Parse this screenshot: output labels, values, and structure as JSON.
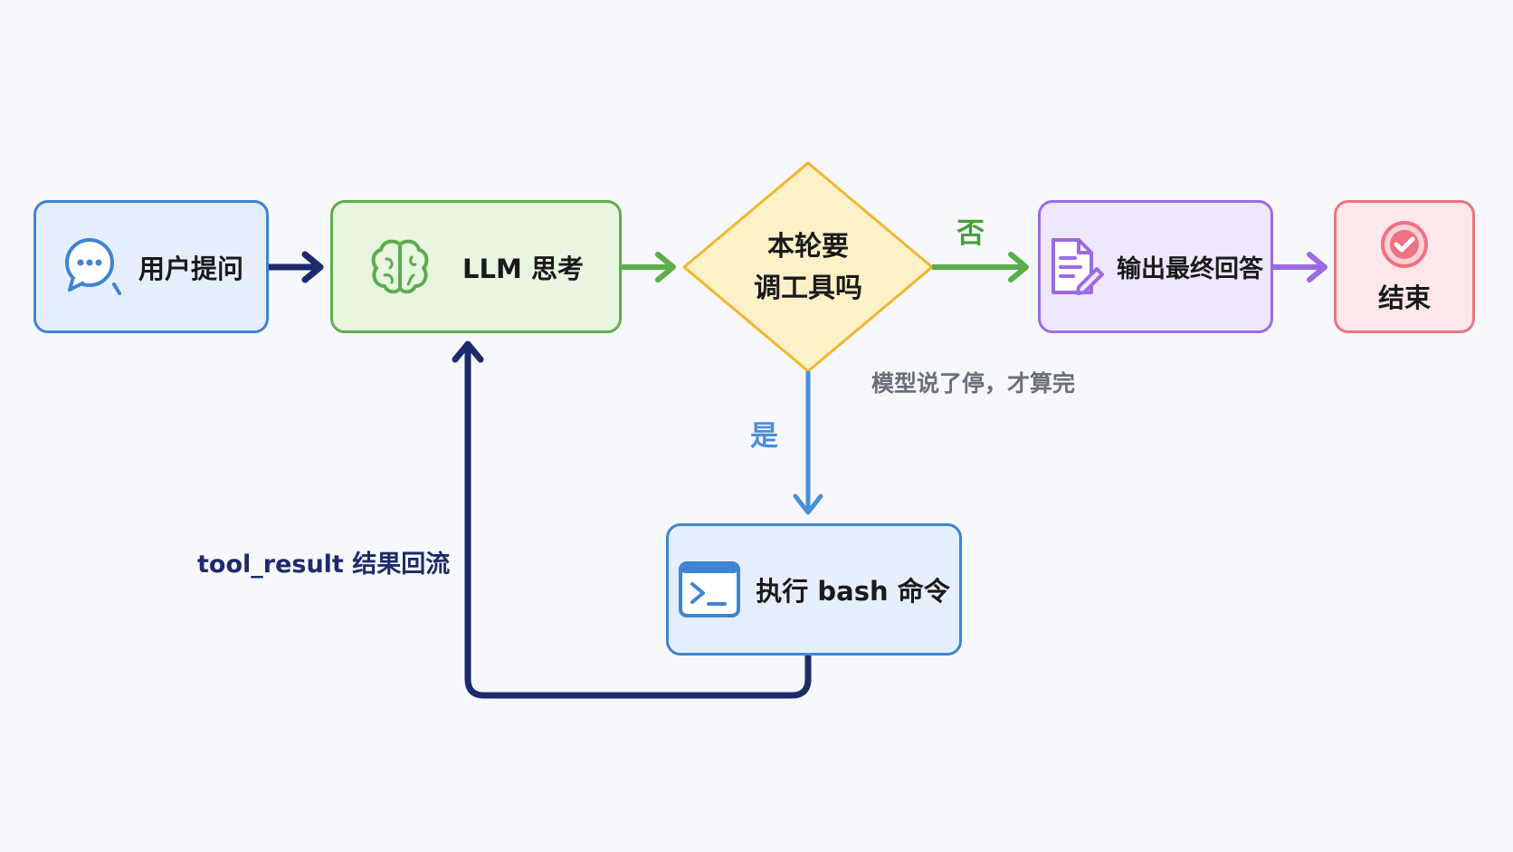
{
  "nodes": {
    "user": {
      "label": "用户提问",
      "icon": "chat-bubble-icon"
    },
    "llm": {
      "label": "LLM 思考",
      "icon": "brain-icon"
    },
    "decision": {
      "line1": "本轮要",
      "line2": "调工具吗"
    },
    "output": {
      "label": "输出最终回答",
      "icon": "document-edit-icon"
    },
    "end": {
      "label": "结束",
      "icon": "check-circle-icon"
    },
    "bash": {
      "label": "执行 bash 命令",
      "icon": "terminal-icon"
    }
  },
  "edges": {
    "no_label": "否",
    "yes_label": "是",
    "note": "模型说了停，才算完",
    "loop_label": "tool_result 结果回流"
  },
  "colors": {
    "blue": "#3f84d2",
    "green": "#5cad4c",
    "yellow": "#f2b62e",
    "purple": "#9b6be3",
    "red": "#ec7382",
    "navy": "#1d2a6b"
  }
}
